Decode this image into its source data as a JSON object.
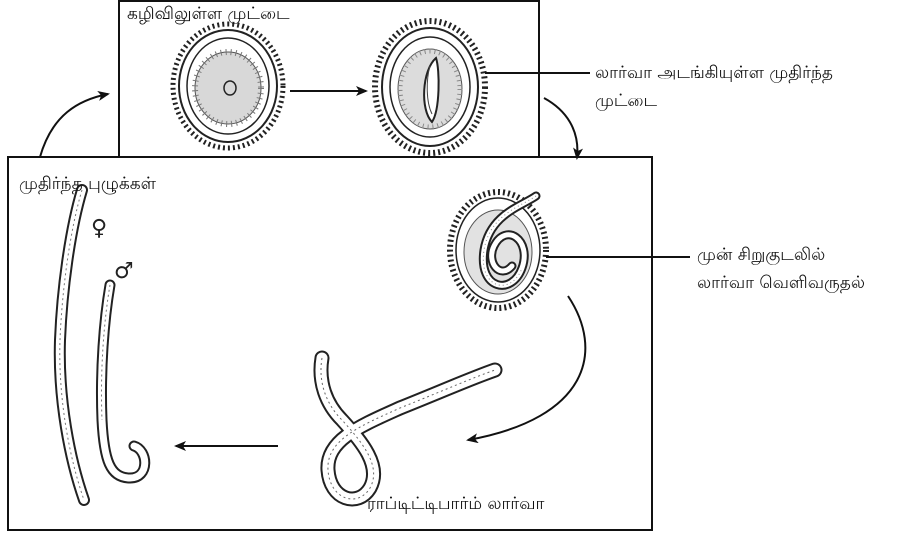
{
  "labels": {
    "egg_in_feces": "கழிவிலுள்ள முட்டை",
    "egg_with_larva_line1": "லார்வா அடங்கியுள்ள முதிர்ந்த",
    "egg_with_larva_line2": "முட்டை",
    "adult_worms": "முதிர்ந்த புழுக்கள்",
    "larva_emerges_line1": "முன் சிறுகுடலில்",
    "larva_emerges_line2": "லார்வா வெளிவருதல்",
    "rhabditiform_larva": "ராப்டிட்டிபார்ம் லார்வா"
  },
  "symbols": {
    "female": "♀",
    "male": "♂"
  }
}
